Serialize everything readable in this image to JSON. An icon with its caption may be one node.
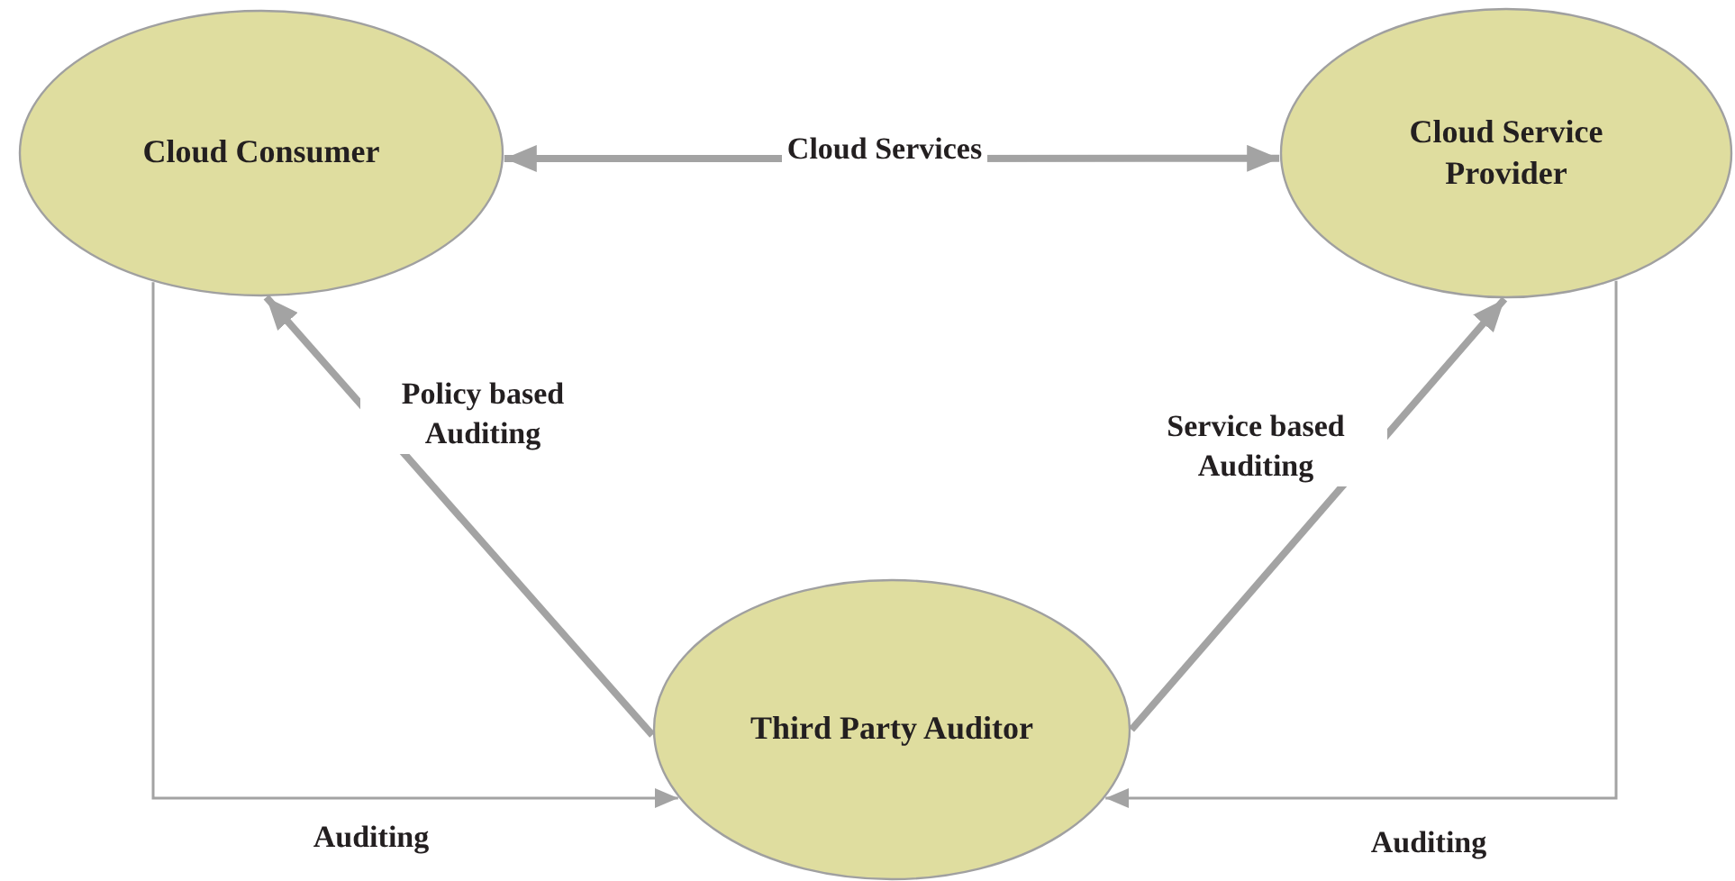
{
  "diagram": {
    "nodes": [
      {
        "text": [
          "Cloud Consumer"
        ]
      },
      {
        "text": [
          "Cloud Service Provider"
        ]
      },
      {
        "text": [
          "Third Party Auditor"
        ]
      }
    ],
    "edges": [
      {
        "from": 0,
        "to": 1,
        "arrow": "both",
        "label": "Cloud Services"
      },
      {
        "from": 2,
        "to": 0,
        "arrow": "to",
        "label": "Policy based Auditing"
      },
      {
        "from": 2,
        "to": 1,
        "arrow": "to",
        "label": "Service based Auditing"
      },
      {
        "from": 0,
        "to": 2,
        "arrow": "to",
        "label": "Auditing"
      },
      {
        "from": 1,
        "to": 2,
        "arrow": "to",
        "label": "Auditing"
      }
    ]
  }
}
